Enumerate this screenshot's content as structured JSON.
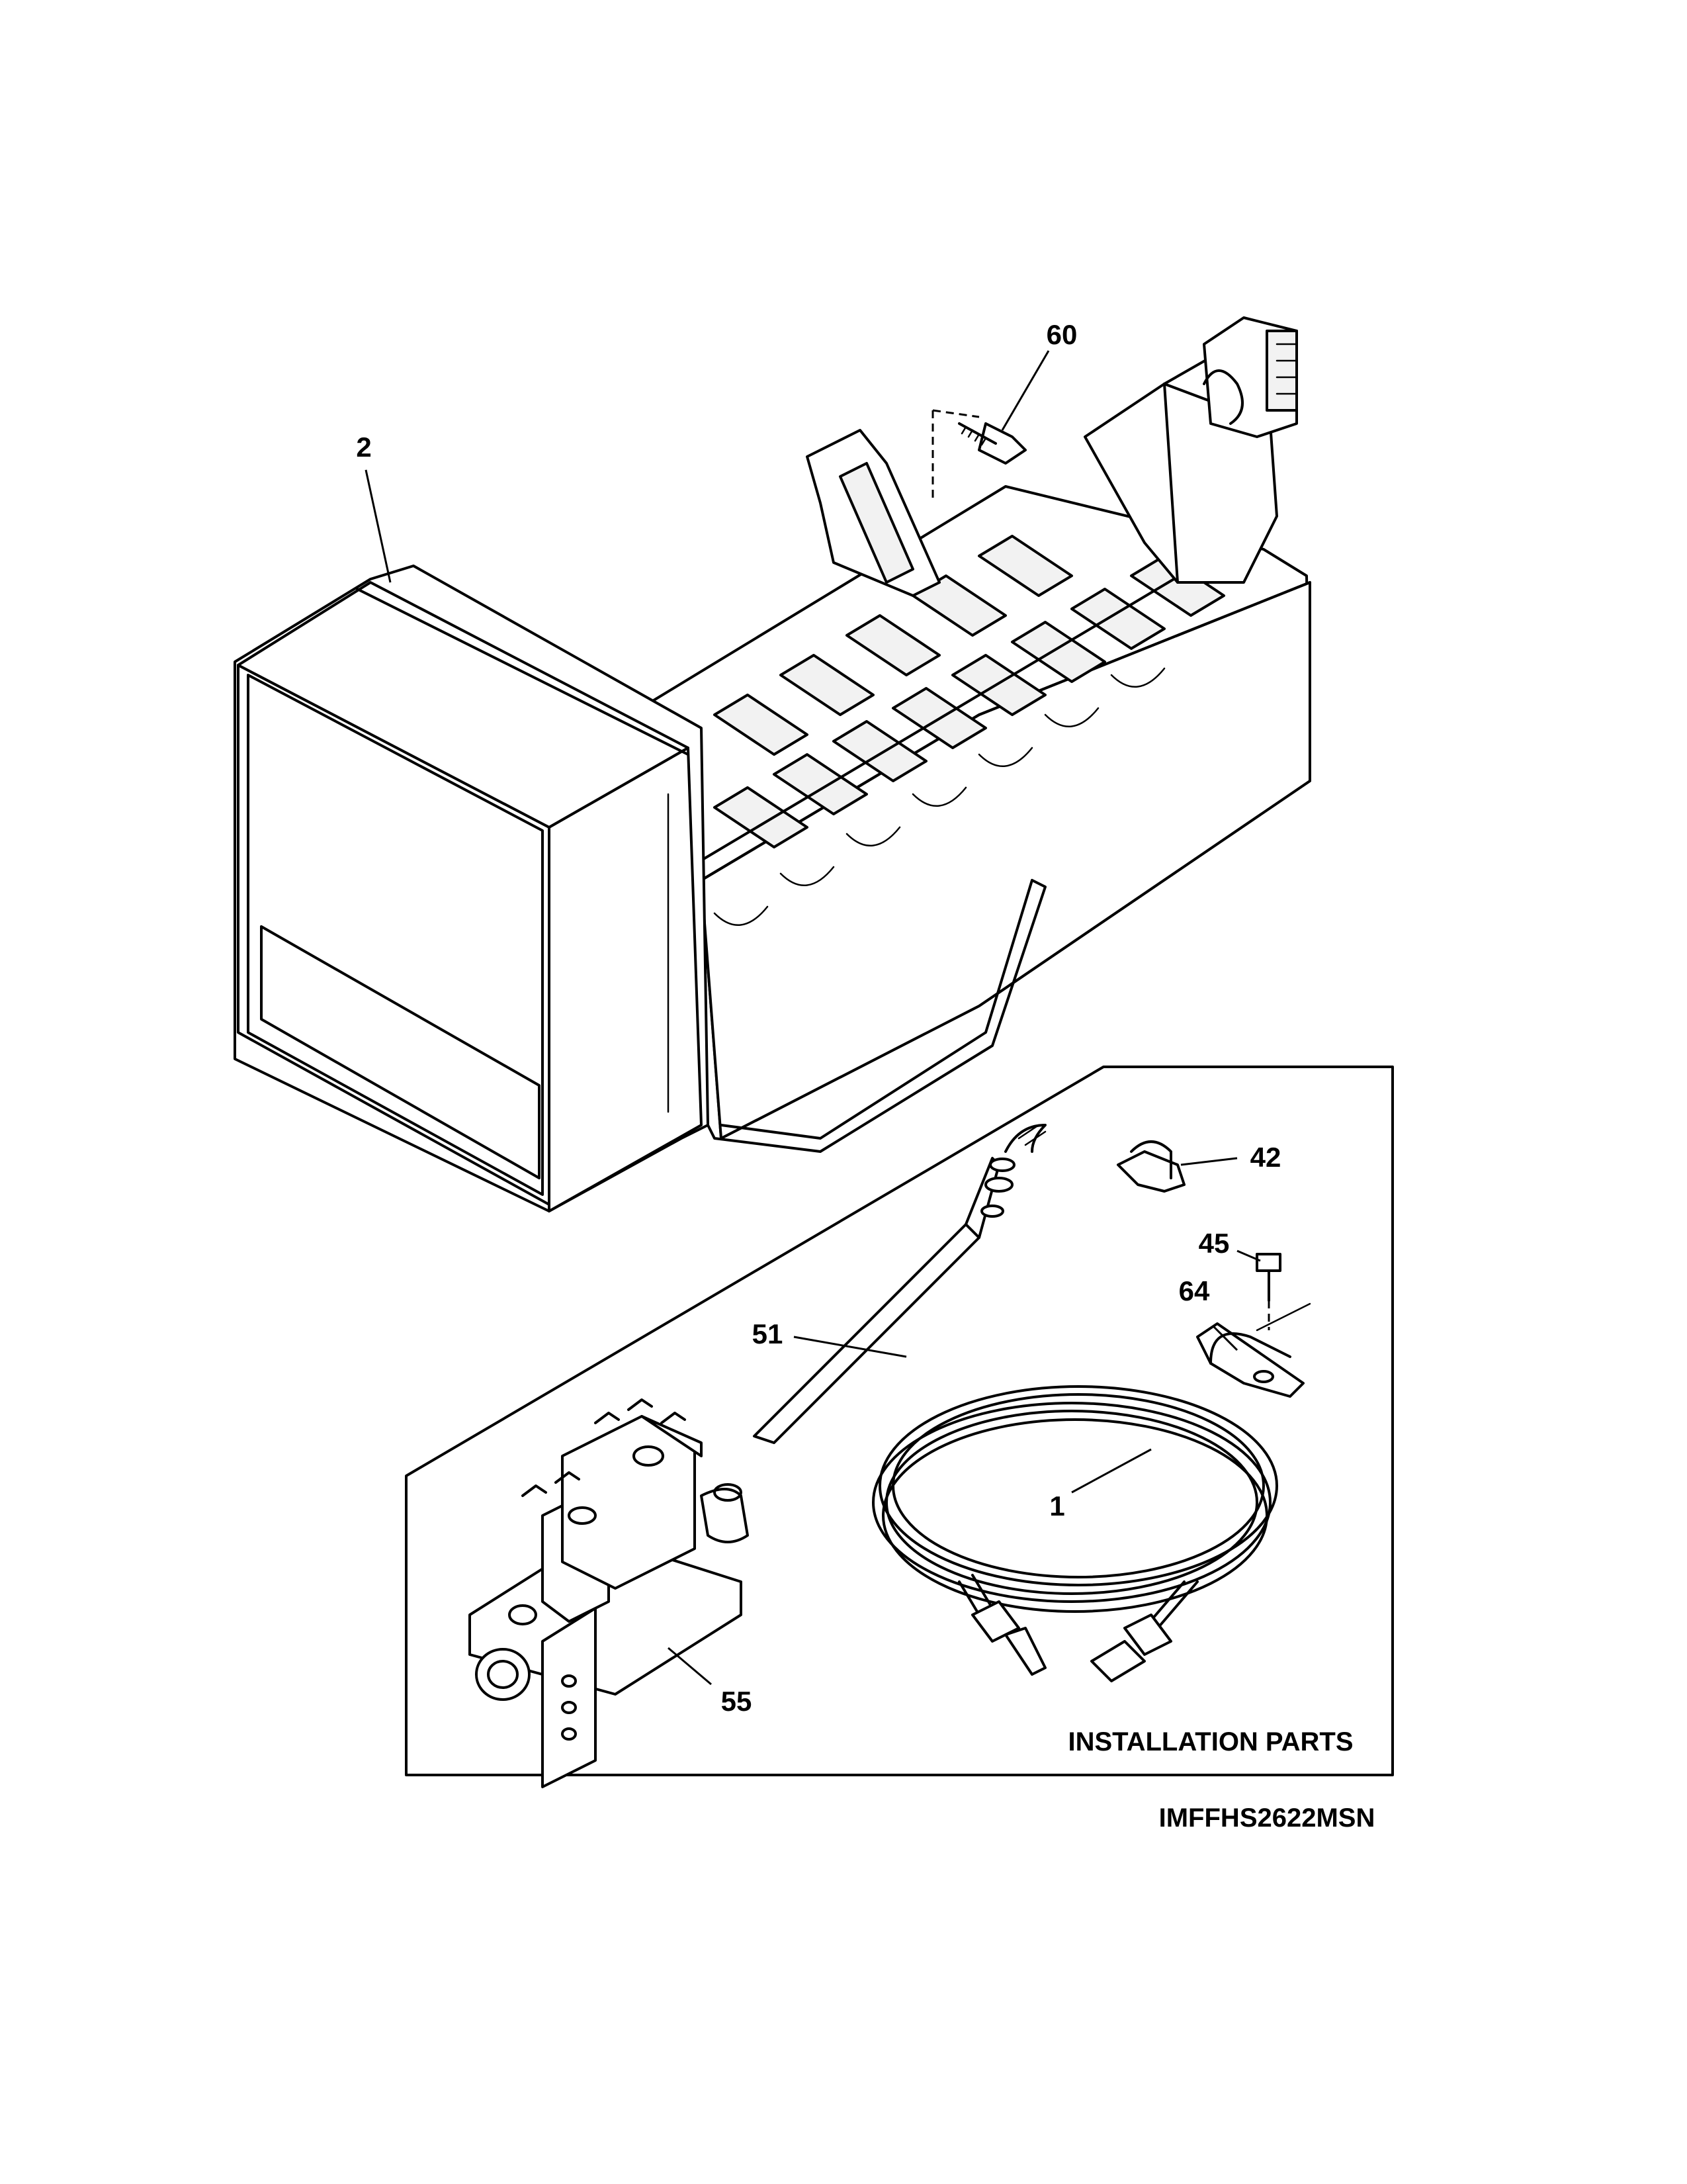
{
  "callouts": {
    "part_1": "1",
    "part_2": "2",
    "part_42": "42",
    "part_45": "45",
    "part_51": "51",
    "part_55": "55",
    "part_60": "60",
    "part_64": "64"
  },
  "section_label": "INSTALLATION PARTS",
  "model_code": "IMFFHS2622MSN",
  "colors": {
    "ink": "#000000",
    "paper": "#ffffff"
  }
}
